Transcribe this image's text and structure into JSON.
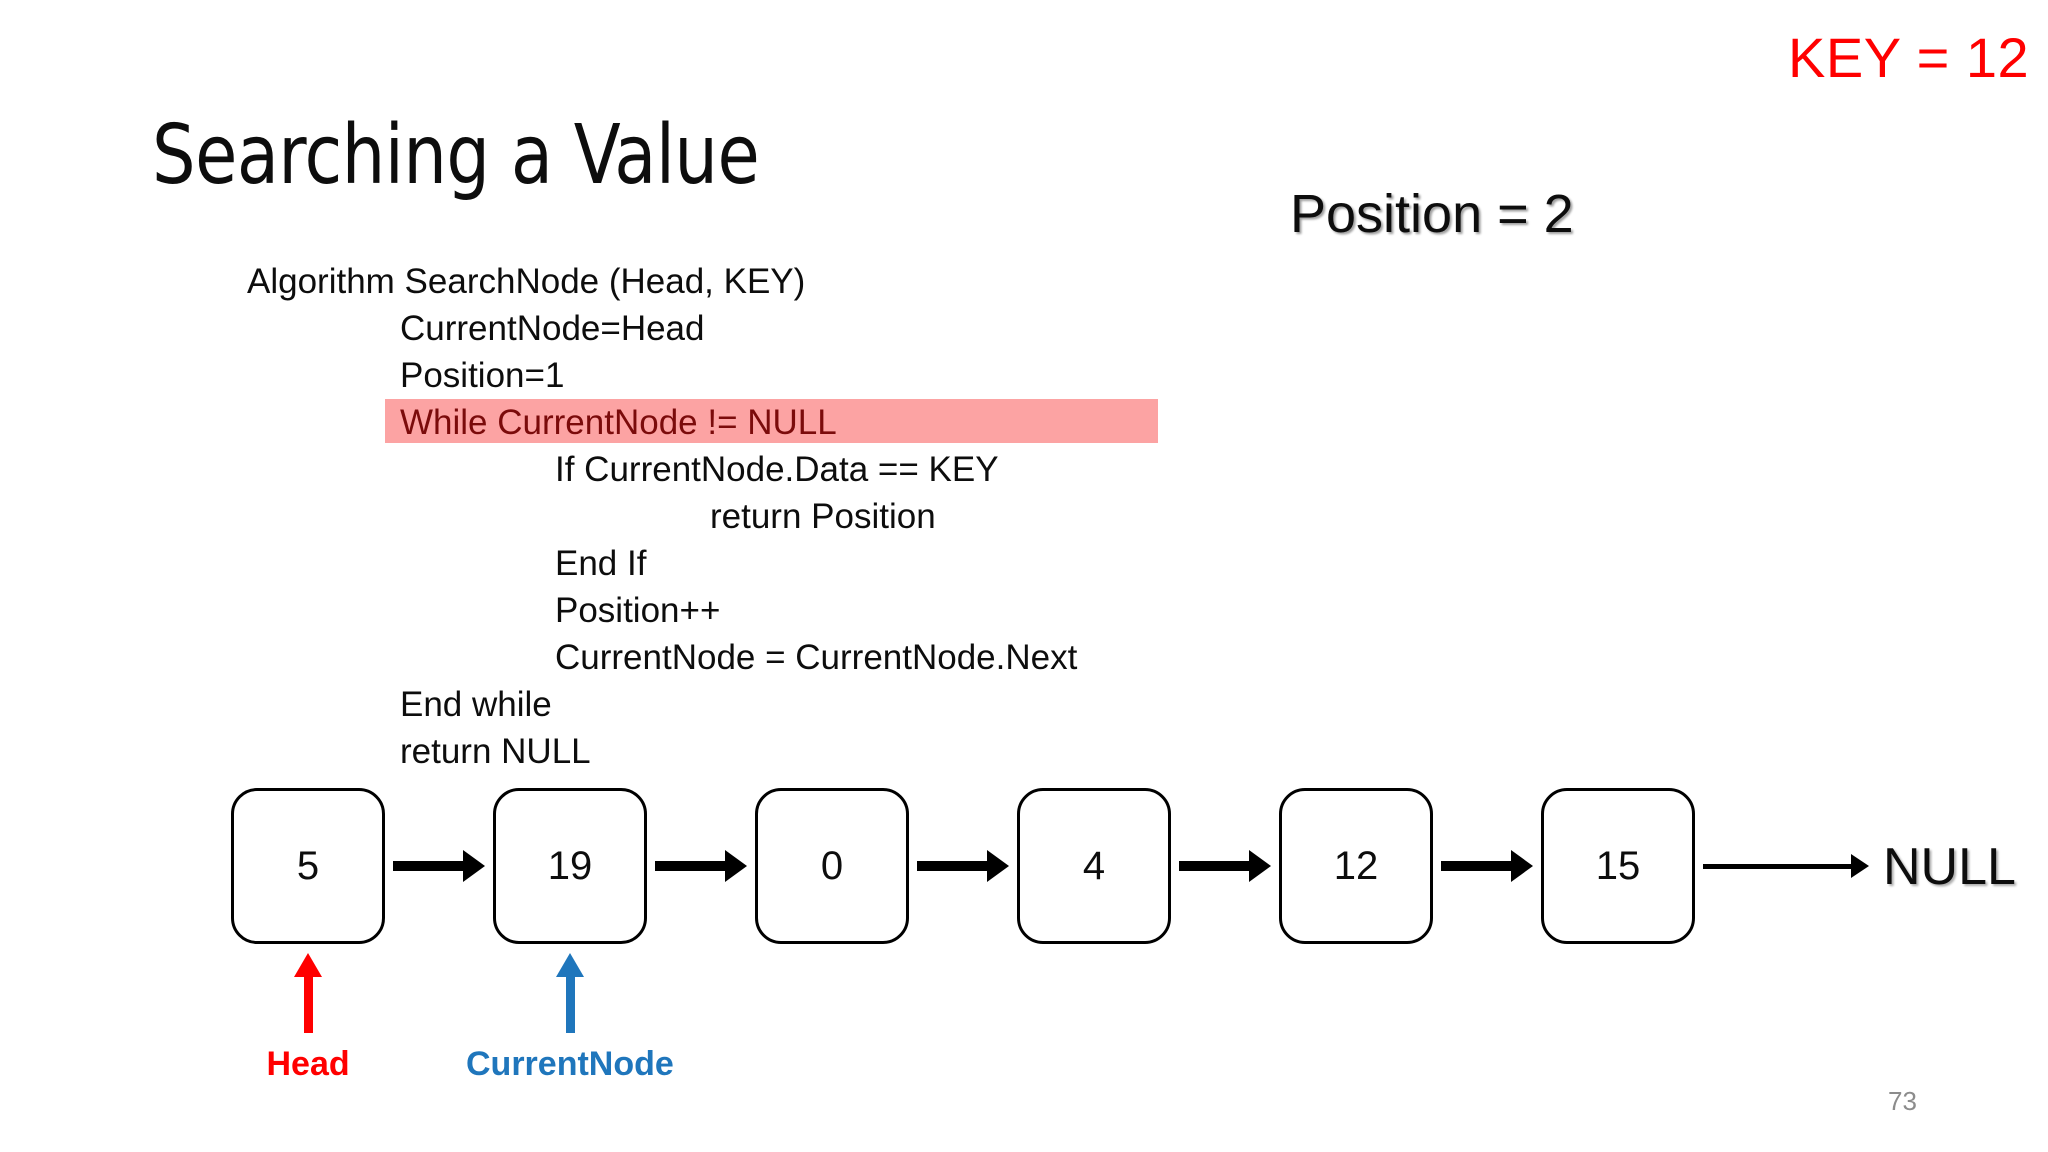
{
  "slide": {
    "title": "Searching a Value",
    "page_number": "73",
    "background_color": "#FFFFFF"
  },
  "key_label": {
    "text": "KEY = 12",
    "color": "#FF0000"
  },
  "position_readout": {
    "text": "Position = 2",
    "color": "#0D0D0D"
  },
  "pseudocode": {
    "highlight_background": "#FCA3A3",
    "highlight_text_color": "#7B0B0B",
    "lines": [
      {
        "text": "Algorithm SearchNode (Head, KEY)",
        "indent": 0,
        "highlighted": false
      },
      {
        "text": "CurrentNode=Head",
        "indent": 1,
        "highlighted": false
      },
      {
        "text": "Position=1",
        "indent": 1,
        "highlighted": false
      },
      {
        "text": "While CurrentNode != NULL",
        "indent": 1,
        "highlighted": true
      },
      {
        "text": "If CurrentNode.Data == KEY",
        "indent": 2,
        "highlighted": false
      },
      {
        "text": "return Position",
        "indent": 3,
        "highlighted": false
      },
      {
        "text": "End If",
        "indent": 2,
        "highlighted": false
      },
      {
        "text": "Position++",
        "indent": 2,
        "highlighted": false
      },
      {
        "text": "CurrentNode = CurrentNode.Next",
        "indent": 2,
        "highlighted": false
      },
      {
        "text": "End while",
        "indent": 1,
        "highlighted": false
      },
      {
        "text": "return NULL",
        "indent": 1,
        "highlighted": false
      }
    ]
  },
  "linked_list": {
    "nodes": [
      {
        "value": "5"
      },
      {
        "value": "19"
      },
      {
        "value": "0"
      },
      {
        "value": "4"
      },
      {
        "value": "12"
      },
      {
        "value": "15"
      }
    ],
    "terminator": "NULL",
    "node_border_color": "#000000",
    "arrow_color": "#000000"
  },
  "pointers": [
    {
      "label": "Head",
      "color": "#FF0000",
      "target_node_index": 0
    },
    {
      "label": "CurrentNode",
      "color": "#1F76BC",
      "target_node_index": 1
    }
  ]
}
